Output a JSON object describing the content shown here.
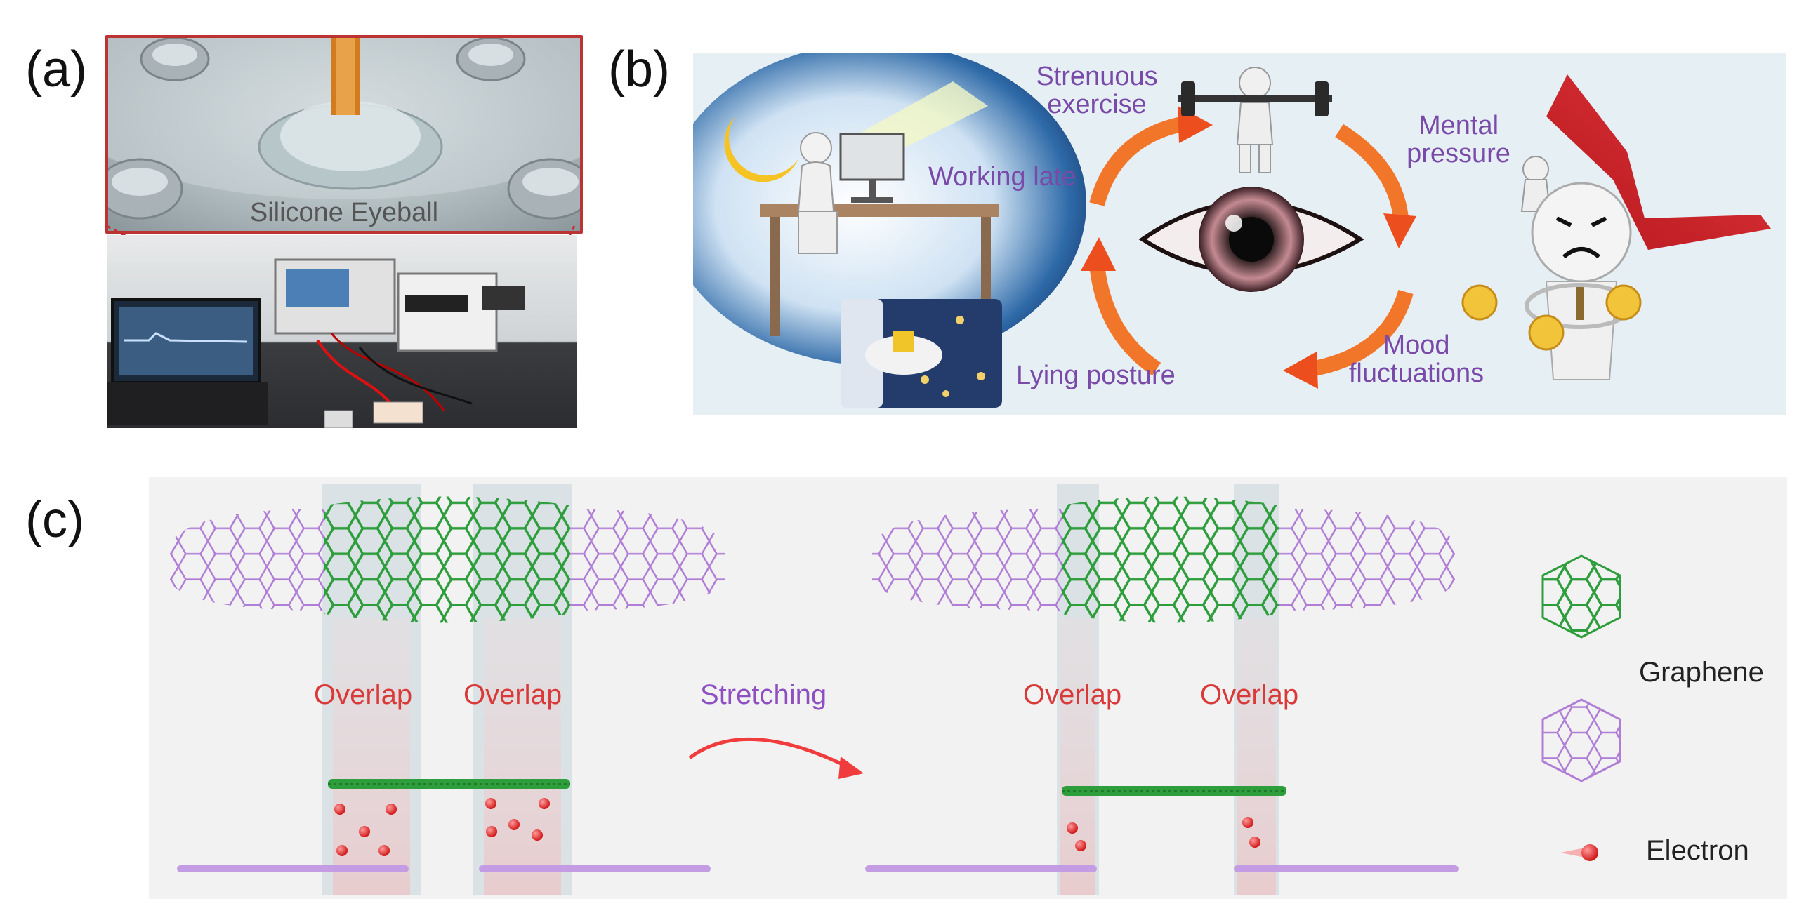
{
  "panels": {
    "a": {
      "label": "(a)",
      "inset_label": "Silicone Eyeball"
    },
    "b": {
      "label": "(b)",
      "strenuous": [
        "Strenuous",
        "exercise"
      ],
      "working_late": "Working late",
      "mental": [
        "Mental",
        "pressure"
      ],
      "lying": "Lying posture",
      "mood": [
        "Mood",
        "fluctuations"
      ]
    },
    "c": {
      "label": "(c)",
      "overlap": "Overlap",
      "stretching": "Stretching",
      "legend_graphene": "Graphene",
      "legend_electron": "Electron"
    }
  },
  "colors": {
    "graphene": "#2e9e3c",
    "second_layer": "#b07ed6",
    "electron": "#e02828",
    "overlap_band": "#c9d6dc",
    "panel_b_bg": "#e6eff4",
    "cycle_arrow": "#f2762a"
  }
}
